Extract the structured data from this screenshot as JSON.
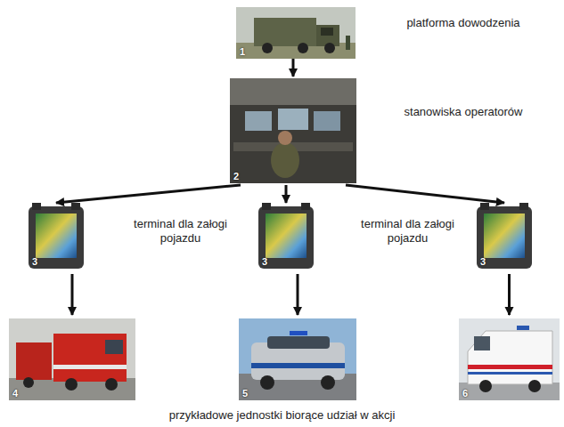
{
  "diagram": {
    "caption": "przykładowe jednostki biorące udział w akcji",
    "nodes": [
      {
        "text": [
          "1"
        ]
      },
      {
        "text": [
          "2"
        ]
      },
      {
        "text": [
          "3"
        ]
      },
      {
        "text": [
          "3"
        ]
      },
      {
        "text": [
          "3"
        ]
      },
      {
        "text": [
          "4"
        ]
      },
      {
        "text": [
          "5"
        ]
      },
      {
        "text": [
          "6"
        ]
      }
    ],
    "edges": [
      {
        "from": 0,
        "to": 1,
        "arrow": "to"
      },
      {
        "from": 1,
        "to": 2,
        "arrow": "to"
      },
      {
        "from": 1,
        "to": 3,
        "arrow": "to"
      },
      {
        "from": 1,
        "to": 4,
        "arrow": "to"
      },
      {
        "from": 2,
        "to": 5,
        "arrow": "to"
      },
      {
        "from": 3,
        "to": 6,
        "arrow": "to"
      },
      {
        "from": 4,
        "to": 7,
        "arrow": "to"
      }
    ],
    "labels": [
      "platforma dowodzenia",
      "stanowiska operatorów",
      "terminal dla załogi pojazdu",
      "terminal dla załogi pojazdu"
    ]
  }
}
